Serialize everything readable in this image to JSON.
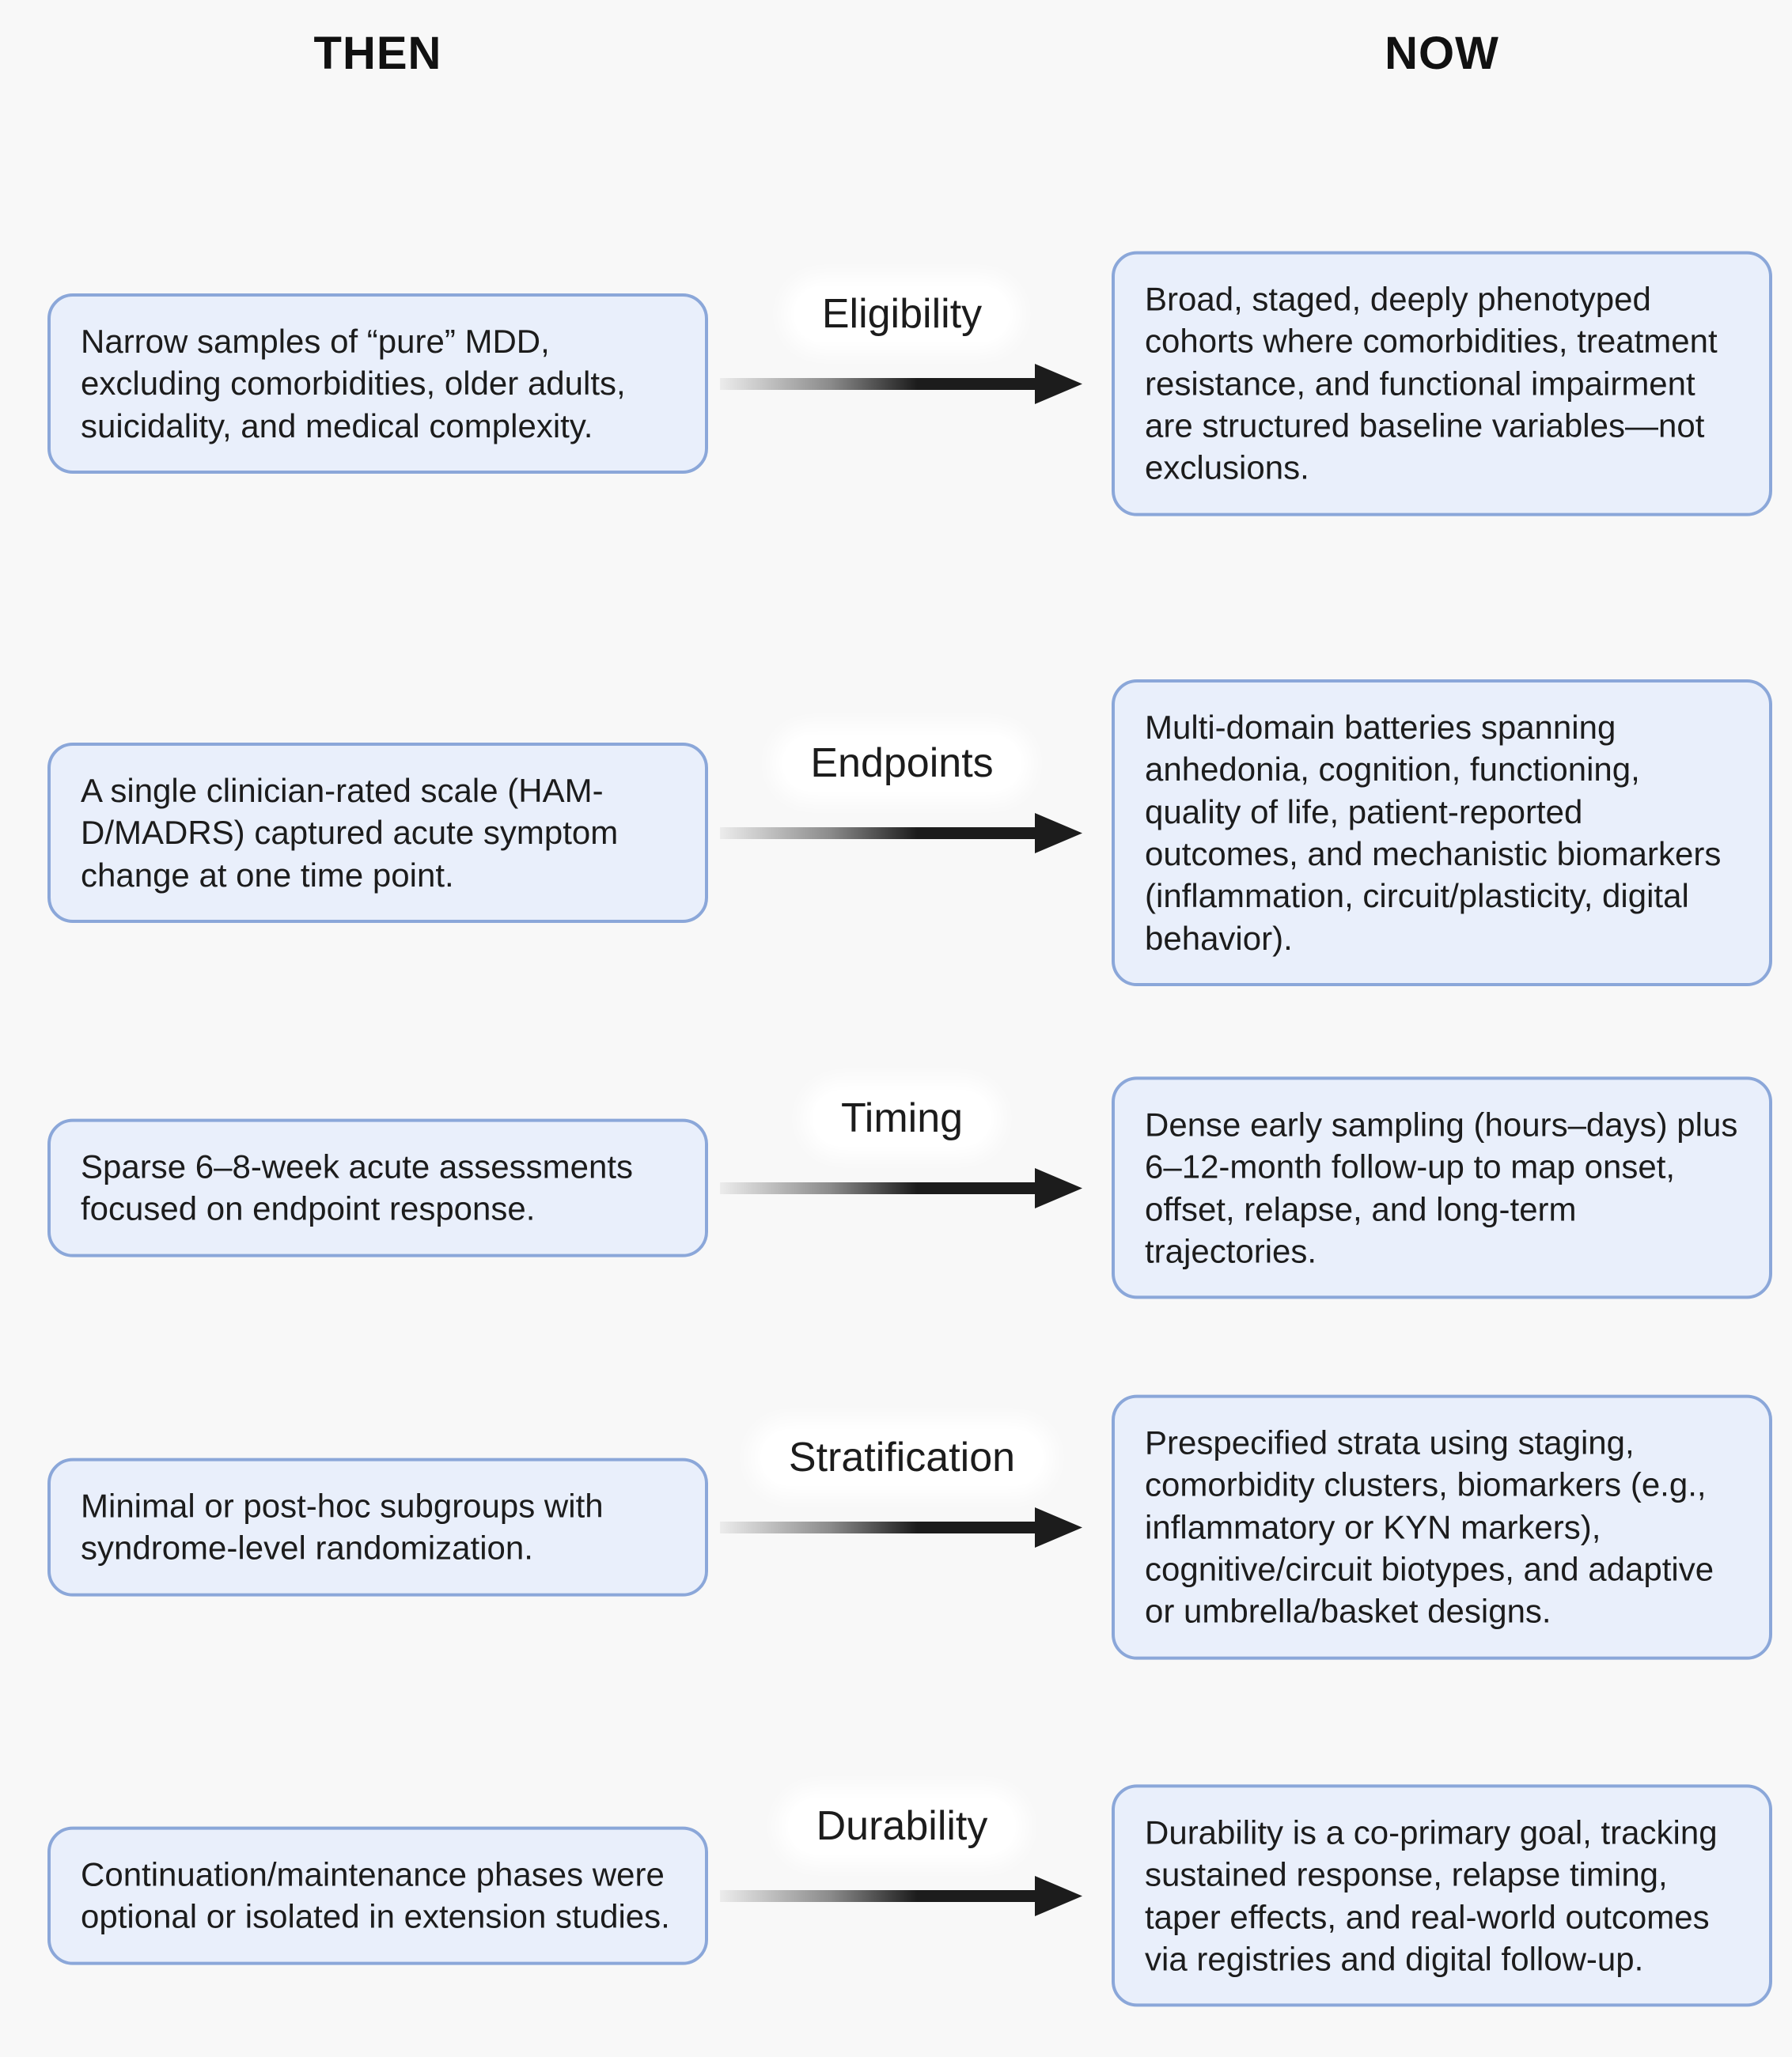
{
  "figure": {
    "then_header": "THEN",
    "now_header": "NOW"
  },
  "rows": [
    {
      "label": "Eligibility",
      "then": "Narrow samples of “pure” MDD, excluding comorbidities, older adults, suicidality, and medical complexity.",
      "now": "Broad, staged, deeply phenotyped cohorts where comorbidities, treatment resistance, and functional impairment are structured baseline variables—not exclusions."
    },
    {
      "label": "Endpoints",
      "then": "A single clinician-rated scale (HAM-D/MADRS) captured acute symptom change at one time point.",
      "now": "Multi-domain batteries spanning anhedonia, cognition, functioning, quality of life, patient-reported outcomes, and mechanistic biomarkers (inflammation, circuit/plasticity, digital behavior)."
    },
    {
      "label": "Timing",
      "then": "Sparse 6–8-week acute assessments focused on endpoint response.",
      "now": "Dense early sampling (hours–days) plus 6–12-month follow-up to map onset, offset, relapse, and long-term trajectories."
    },
    {
      "label": "Stratification",
      "then": "Minimal or post-hoc subgroups with syndrome-level randomization.",
      "now": "Prespecified strata using staging, comorbidity clusters, biomarkers (e.g., inflammatory or KYN markers), cognitive/circuit biotypes, and adaptive or umbrella/basket designs."
    },
    {
      "label": "Durability",
      "then": "Continuation/maintenance phases were optional or isolated in extension studies.",
      "now": "Durability is a co-primary goal, tracking sustained response, relapse timing, taper effects, and real-world outcomes via registries and digital follow-up."
    }
  ],
  "colors": {
    "background": "#f8f8f8",
    "box_fill": "#e9effb",
    "box_border": "#8ba7d9",
    "text": "#1c1c1c",
    "arrow_gradient_start": "#ececec",
    "arrow_gradient_end": "#1c1c1c",
    "label_halo": "#ffffff"
  }
}
